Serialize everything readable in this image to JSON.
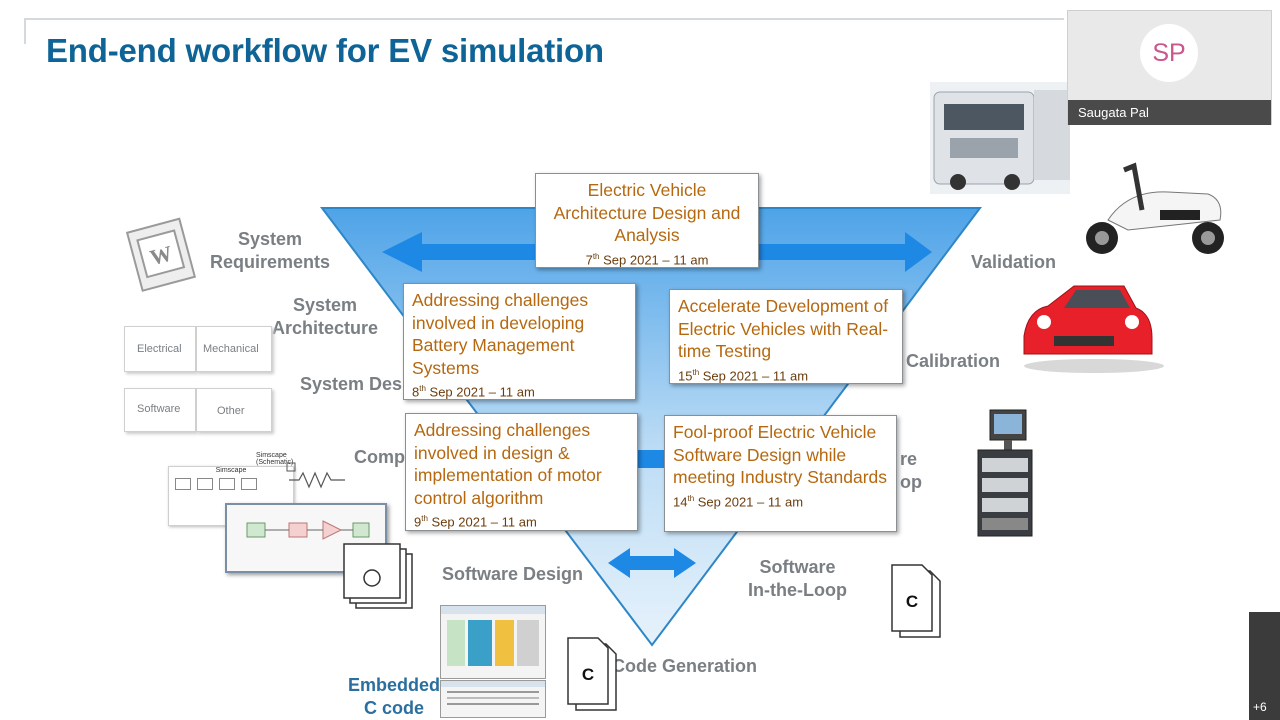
{
  "slide": {
    "title": "End-end workflow for EV simulation",
    "stages": {
      "system_requirements": "System\nRequirements",
      "system_architecture": "System\nArchitecture",
      "system_design": "System Des",
      "component": "Comp",
      "software_design": "Software Design",
      "code_generation": "Code Generation",
      "validation": "Validation",
      "calibration": "Calibration",
      "hil_partial_1": "re",
      "hil_partial_2": "op",
      "sil": "Software\nIn-the-Loop",
      "embedded_c": "Embedded\nC code"
    },
    "domain_tiles": [
      "Electrical",
      "Mechanical",
      "Software",
      "Other"
    ],
    "c_letter": "C",
    "sessions": [
      {
        "title": "Electric Vehicle Architecture Design and Analysis",
        "day": "7",
        "suffix": "th",
        "rest": " Sep 2021 – 11 am"
      },
      {
        "title": "Addressing challenges involved in developing Battery Management Systems",
        "day": "8",
        "suffix": "th",
        "rest": " Sep 2021 – 11 am"
      },
      {
        "title": "Accelerate Development of Electric Vehicles with Real-time Testing",
        "day": "15",
        "suffix": "th",
        "rest": " Sep 2021 – 11 am"
      },
      {
        "title": "Addressing challenges involved in design & implementation of motor control algorithm",
        "day": "9",
        "suffix": "th",
        "rest": " Sep 2021 – 11 am"
      },
      {
        "title": "Fool-proof Electric Vehicle Software Design while meeting Industry Standards",
        "day": "14",
        "suffix": "th",
        "rest": " Sep 2021 – 11 am"
      }
    ],
    "simscape_label": "Simscape",
    "simscape_sub": "(Schematic)"
  },
  "meeting": {
    "participant_initials": "SP",
    "participant_name": "Saugata Pal",
    "more_count": "+6"
  },
  "colors": {
    "title_blue": "#0e6496",
    "v_blue": "#5aa9e6",
    "session_text": "#b5680f",
    "arrow_blue": "#1e88e5"
  }
}
